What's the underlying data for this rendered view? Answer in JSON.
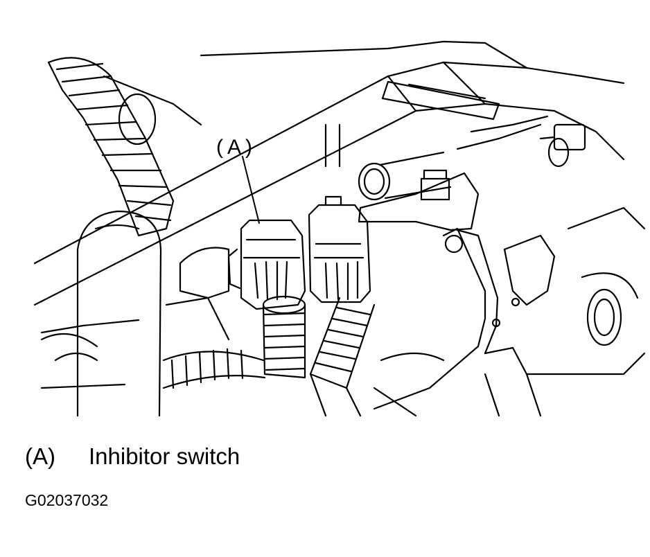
{
  "callout": {
    "label": "(A)"
  },
  "legend": [
    {
      "key": "(A)",
      "text": "Inhibitor switch"
    }
  ],
  "figure_code": "G02037032"
}
